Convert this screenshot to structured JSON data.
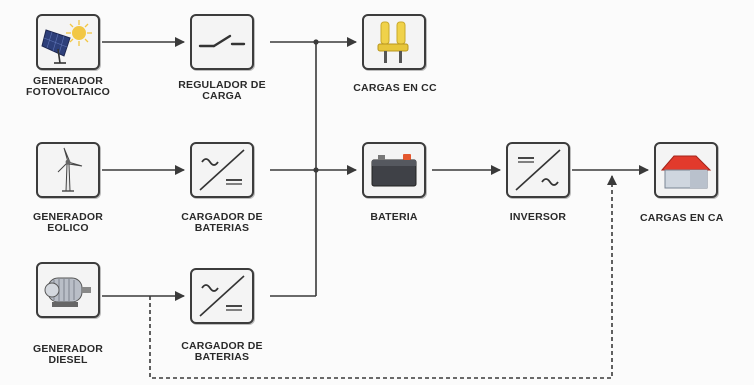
{
  "nodes": {
    "generador_fotovoltaico": {
      "label_line1": "GENERADOR",
      "label_line2": "FOTOVOLTAICO",
      "icon": "solar-panel-icon"
    },
    "regulador_de_carga": {
      "label_line1": "REGULADOR DE",
      "label_line2": "CARGA",
      "icon": "switch-icon"
    },
    "cargas_en_cc": {
      "label_line1": "CARGAS EN CC",
      "icon": "dc-plug-icon"
    },
    "generador_eolico": {
      "label_line1": "GENERADOR",
      "label_line2": "EOLICO",
      "icon": "wind-turbine-icon"
    },
    "cargador_de_baterias_1": {
      "label_line1": "CARGADOR DE",
      "label_line2": "BATERIAS",
      "icon": "ac-dc-converter-icon"
    },
    "bateria": {
      "label_line1": "BATERIA",
      "icon": "battery-icon"
    },
    "inversor": {
      "label_line1": "INVERSOR",
      "icon": "dc-ac-inverter-icon"
    },
    "cargas_en_ca": {
      "label_line1": "CARGAS EN CA",
      "icon": "house-icon"
    },
    "generador_diesel": {
      "label_line1": "GENERADOR",
      "label_line2": "DIESEL",
      "icon": "diesel-motor-icon"
    },
    "cargador_de_baterias_2": {
      "label_line1": "CARGADOR DE",
      "label_line2": "BATERIAS",
      "icon": "ac-dc-converter-icon"
    }
  },
  "colors": {
    "line": "#3a3a3a",
    "box_border": "#3c3c3c",
    "solar_sun": "#f2c744",
    "plug_yellow": "#f0d24a",
    "battery_terminal": "#e4572e",
    "house_roof": "#e23a2c"
  }
}
